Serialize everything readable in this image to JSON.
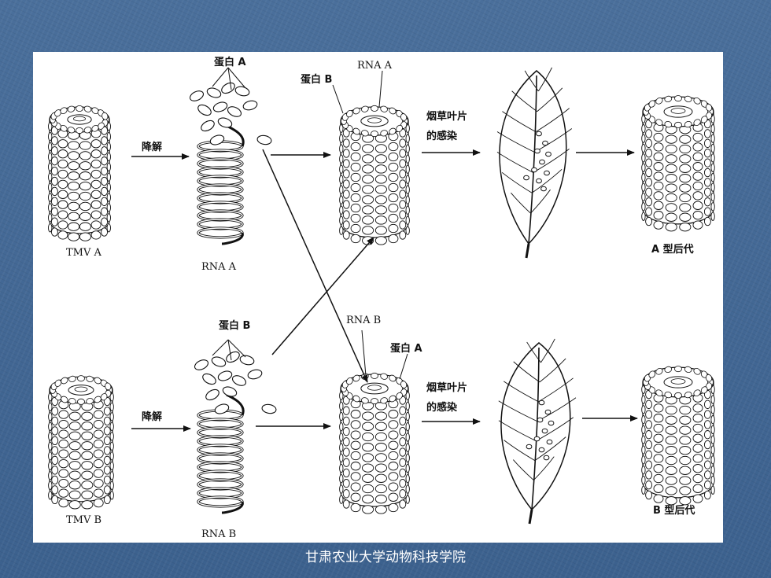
{
  "diagram": {
    "row_a": {
      "virus_label": "TMV  A",
      "degrade_label": "降解",
      "protein_label": "蛋白 A",
      "rna_label": "RNA  A",
      "hybrid_protein_label": "蛋白 B",
      "hybrid_rna_label": "RNA   A",
      "infection_label_line1": "烟草叶片",
      "infection_label_line2": "的感染",
      "progeny_label": "A  型后代"
    },
    "row_b": {
      "virus_label": "TMV  B",
      "degrade_label": "降解",
      "protein_label": "蛋白 B",
      "rna_label": "RNA   B",
      "hybrid_protein_label": "蛋白 A",
      "hybrid_rna_label": "RNA  B",
      "infection_label_line1": "烟草叶片",
      "infection_label_line2": "的感染",
      "progeny_label": "B  型后代"
    }
  },
  "footer": {
    "text": "甘肃农业大学动物科技学院"
  }
}
